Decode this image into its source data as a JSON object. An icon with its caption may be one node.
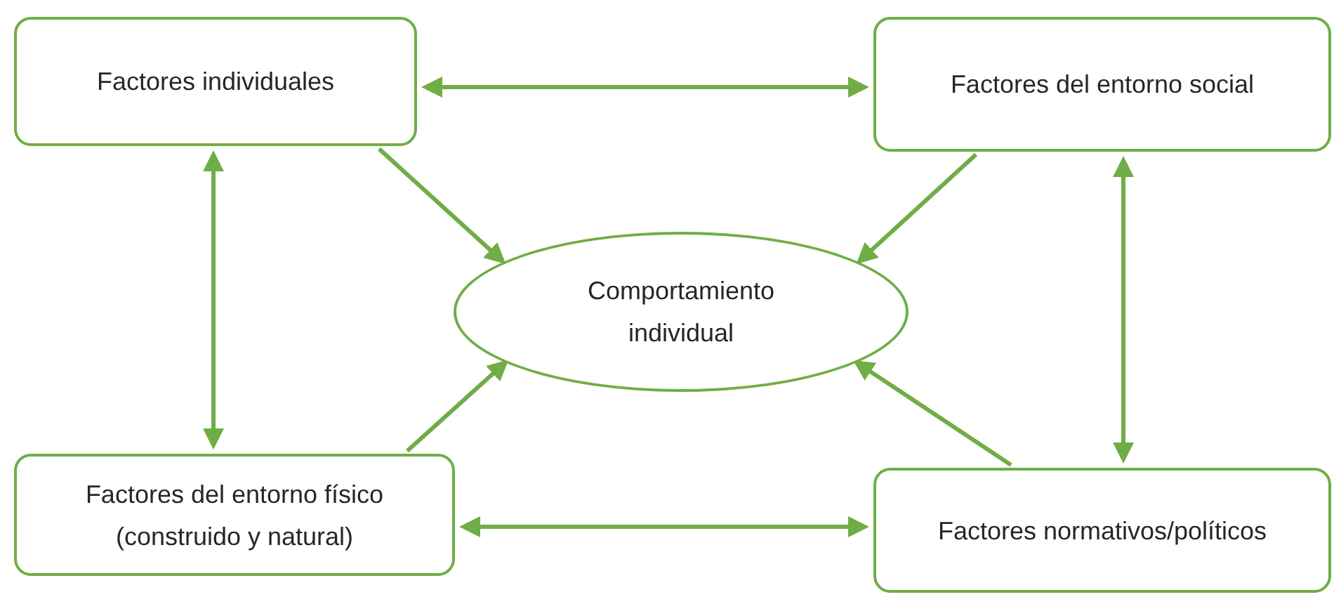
{
  "diagram": {
    "nodes": [
      {
        "text": [
          "Factores individuales"
        ]
      },
      {
        "text": [
          "Factores del entorno social"
        ]
      },
      {
        "text": [
          "Comportamiento individual"
        ]
      },
      {
        "text": [
          "Factores del entorno físico (construido y natural)"
        ]
      },
      {
        "text": [
          "Factores normativos/políticos"
        ]
      }
    ],
    "edges": [
      {
        "from": 0,
        "to": 1,
        "arrow": "both"
      },
      {
        "from": 0,
        "to": 2,
        "arrow": "to"
      },
      {
        "from": 1,
        "to": 2,
        "arrow": "to"
      },
      {
        "from": 0,
        "to": 3,
        "arrow": "both"
      },
      {
        "from": 1,
        "to": 4,
        "arrow": "both"
      },
      {
        "from": 3,
        "to": 2,
        "arrow": "to"
      },
      {
        "from": 4,
        "to": 2,
        "arrow": "to"
      },
      {
        "from": 3,
        "to": 4,
        "arrow": "both"
      }
    ]
  }
}
